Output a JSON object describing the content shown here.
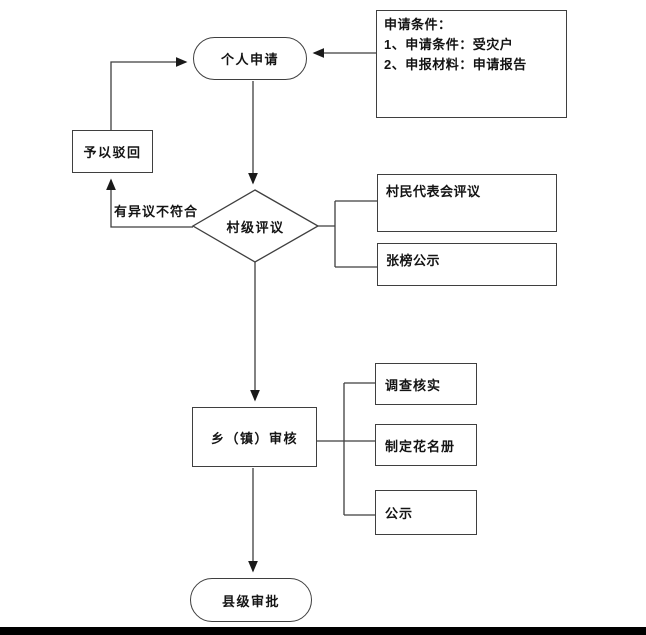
{
  "diagram": {
    "type": "flowchart",
    "nodes": {
      "personal_application": "个人申请",
      "reject": "予以驳回",
      "village_review": "村级评议",
      "township_review": "乡（镇）审核",
      "county_approval": "县级审批",
      "villager_meeting_review": "村民代表会评议",
      "posting_publicity": "张榜公示",
      "investigation": "调查核实",
      "roster": "制定花名册",
      "publicity": "公示"
    },
    "annotation": {
      "lines": [
        "申请条件：",
        "1、申请条件：受灾户",
        "2、申报材料：申请报告"
      ]
    },
    "edge_labels": {
      "objection": "有异议不符合"
    },
    "colors": {
      "line": "#3f3f3f",
      "arrow": "#1a1a1a",
      "text": "#141414",
      "background": "#ffffff",
      "bottom_bar": "#000000"
    }
  }
}
